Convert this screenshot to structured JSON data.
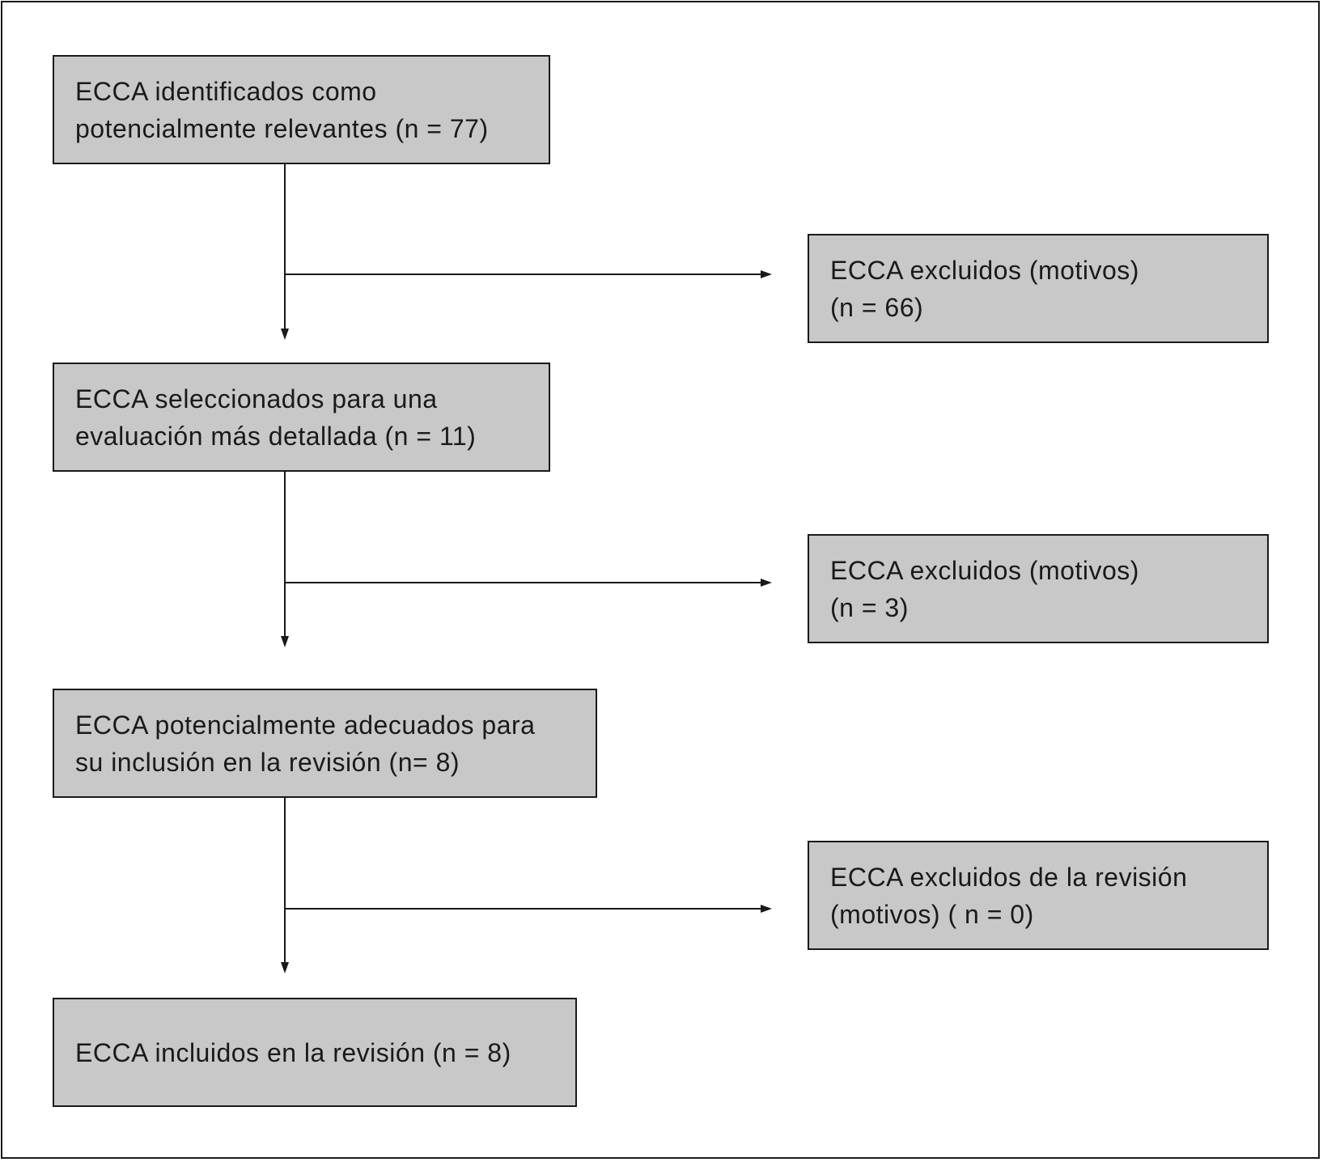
{
  "flowchart": {
    "main_steps": [
      {
        "line1": "ECCA  identificados como",
        "line2": "potencialmente relevantes (n  =  77)"
      },
      {
        "line1": "ECCA  seleccionados para una",
        "line2": "evaluación más detallada (n = 11)"
      },
      {
        "line1": "ECCA  potencialmente adecuados para",
        "line2": "su inclusión en la revisión  (n= 8)"
      },
      {
        "line1": "ECCA  incluidos en la  revisión  (n  = 8)"
      }
    ],
    "exclusions": [
      {
        "line1": "ECCA  excluidos (motivos)",
        "line2": "(n = 66)"
      },
      {
        "line1": "ECCA  excluidos (motivos)",
        "line2": "(n = 3)"
      },
      {
        "line1": "ECCA  excluidos de la  revisión",
        "line2": "(motivos) ( n = 0)"
      }
    ]
  }
}
